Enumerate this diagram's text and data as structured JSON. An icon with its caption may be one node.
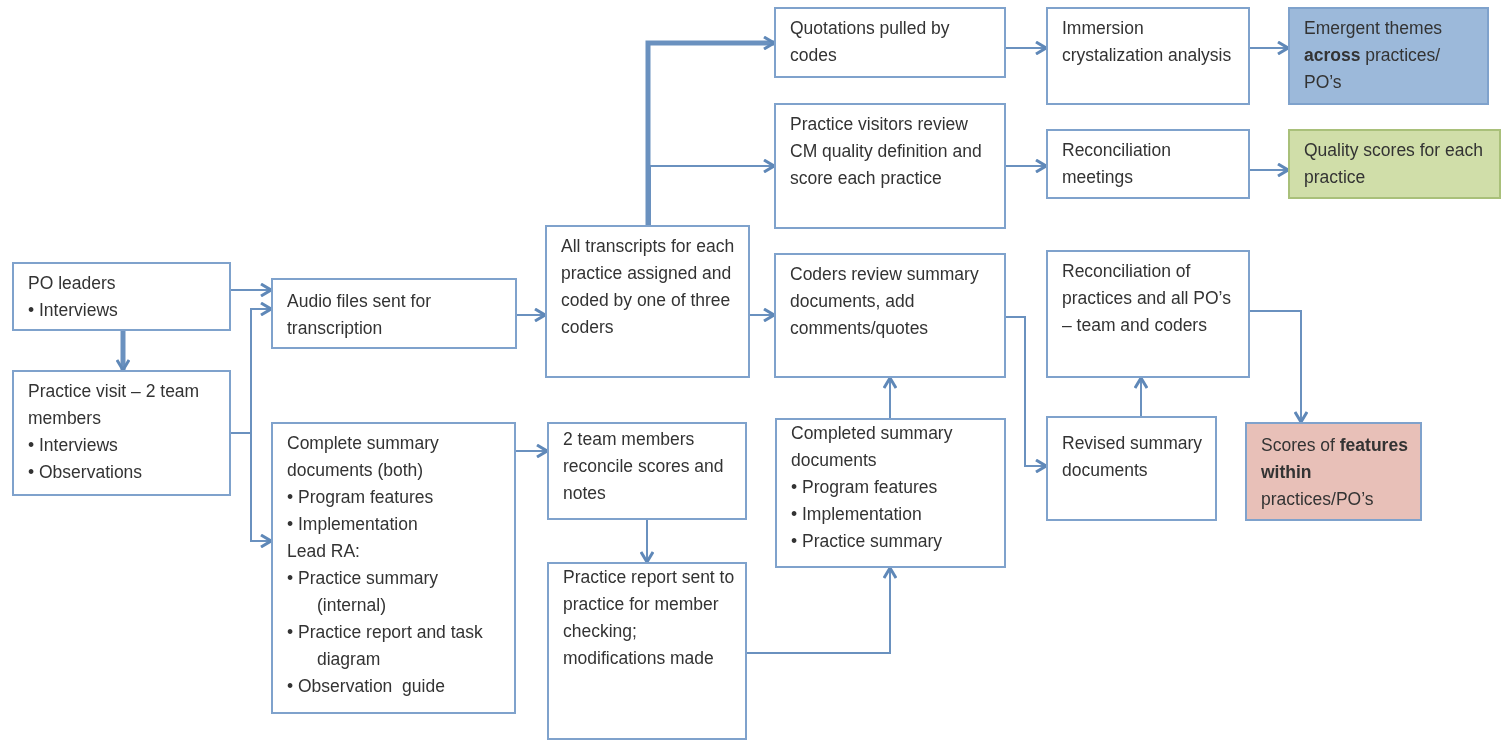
{
  "diagram": {
    "nodes": [
      {
        "text": [
          "PO leaders",
          "• Interviews"
        ]
      },
      {
        "text": [
          "Practice visit  – 2 team members",
          "• Interviews",
          "• Observations"
        ]
      },
      {
        "text": [
          "Audio files sent for transcription"
        ]
      },
      {
        "text": [
          "Complete summary documents (both)",
          "• Program features",
          "• Implementation",
          "Lead RA:",
          "• Practice summary (internal)",
          "• Practice report and task diagram",
          "• Observation  guide"
        ]
      },
      {
        "text": [
          "All transcripts for each practice assigned and coded by one of three coders"
        ]
      },
      {
        "text": [
          "2 team members reconcile scores and notes"
        ]
      },
      {
        "text": [
          "Practice report sent to practice for member checking; modifications made"
        ]
      },
      {
        "text": [
          "Quotations pulled by codes"
        ]
      },
      {
        "text": [
          "Practice visitors review CM quality definition and score each practice"
        ]
      },
      {
        "text": [
          "Coders review summary documents, add comments/quotes"
        ]
      },
      {
        "text": [
          "Completed summary documents",
          "• Program features",
          "• Implementation",
          "• Practice summary"
        ]
      },
      {
        "text": [
          "Immersion crystalization analysis"
        ]
      },
      {
        "text": [
          "Reconciliation meetings"
        ]
      },
      {
        "text": [
          "Reconciliation of practices and all PO’s – team and coders"
        ]
      },
      {
        "text": [
          "Revised summary documents"
        ]
      },
      {
        "text": [
          "Emergent themes **across** practices/ PO’s"
        ]
      },
      {
        "text": [
          "Quality scores for each practice"
        ]
      },
      {
        "text": [
          "Scores of **features within** practices/PO’s"
        ]
      }
    ],
    "edges": [
      {
        "from": 0,
        "to": 2,
        "arrow": "to"
      },
      {
        "from": 0,
        "to": 1,
        "arrow": "to",
        "style": "thick"
      },
      {
        "from": 1,
        "to": 2,
        "arrow": "to"
      },
      {
        "from": 1,
        "to": 3,
        "arrow": "to"
      },
      {
        "from": 2,
        "to": 4,
        "arrow": "to"
      },
      {
        "from": 3,
        "to": 5,
        "arrow": "to"
      },
      {
        "from": 4,
        "to": 7,
        "arrow": "to",
        "style": "thick"
      },
      {
        "from": 4,
        "to": 8,
        "arrow": "to"
      },
      {
        "from": 4,
        "to": 9,
        "arrow": "to"
      },
      {
        "from": 5,
        "to": 6,
        "arrow": "to"
      },
      {
        "from": 6,
        "to": 10,
        "arrow": "to"
      },
      {
        "from": 10,
        "to": 9,
        "arrow": "to"
      },
      {
        "from": 7,
        "to": 11,
        "arrow": "to"
      },
      {
        "from": 8,
        "to": 12,
        "arrow": "to"
      },
      {
        "from": 9,
        "to": 14,
        "arrow": "to"
      },
      {
        "from": 14,
        "to": 13,
        "arrow": "to"
      },
      {
        "from": 11,
        "to": 15,
        "arrow": "to"
      },
      {
        "from": 12,
        "to": 16,
        "arrow": "to"
      },
      {
        "from": 13,
        "to": 17,
        "arrow": "to"
      }
    ]
  }
}
